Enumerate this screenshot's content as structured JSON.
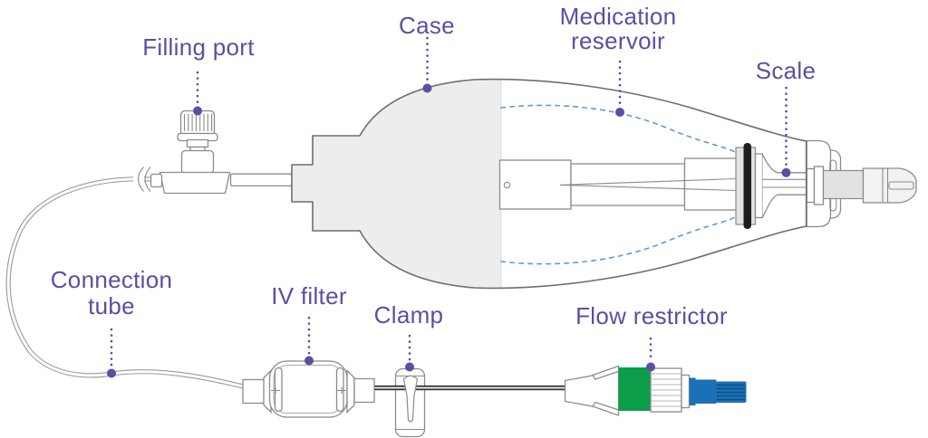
{
  "colors": {
    "label_text": "#5a4fa4",
    "dash_blue": "#5b9ad6",
    "case_gray": "#ededee",
    "plug_gray": "#e2e2e2",
    "outline_dark": "#6e6e6e",
    "outline_mid": "#8b8b8b",
    "oring_black": "#1d1d1d",
    "tube_dark": "#383838",
    "restrictor_green": "#0c9d4b",
    "restrictor_blue": "#1c70b6",
    "restrictor_blue_dark": "#0f4e87"
  },
  "diagram": {
    "parts": {
      "filling_port": {
        "label": "Filling port"
      },
      "case": {
        "label": "Case"
      },
      "medication_reservoir": {
        "label_line1": "Medication",
        "label_line2": "reservoir"
      },
      "scale": {
        "label": "Scale"
      },
      "connection_tube": {
        "label_line1": "Connection",
        "label_line2": "tube"
      },
      "iv_filter": {
        "label": "IV filter"
      },
      "clamp": {
        "label": "Clamp"
      },
      "flow_restrictor": {
        "label": "Flow restrictor"
      }
    }
  }
}
